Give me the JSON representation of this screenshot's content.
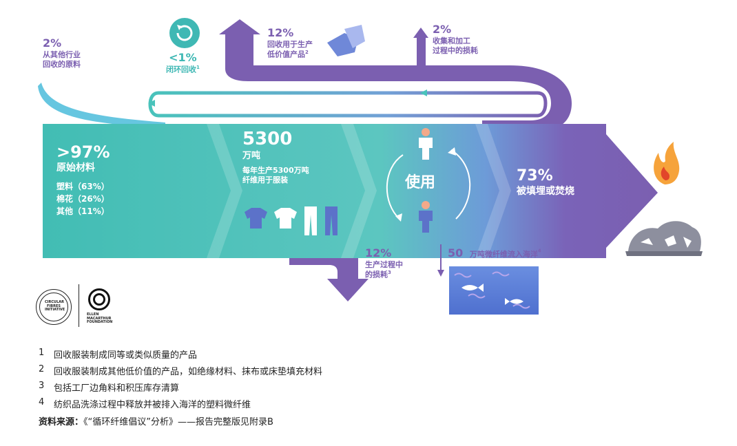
{
  "flows": {
    "other_industry": {
      "pct": "2%",
      "line1": "从其他行业",
      "line2": "回收的原料"
    },
    "closed_loop": {
      "pct": "<1%",
      "label": "闭环回收",
      "sup": "1"
    },
    "low_value": {
      "pct": "12%",
      "line1": "回收用于生产",
      "line2": "低价值产品",
      "sup": "2"
    },
    "collection_loss": {
      "pct": "2%",
      "line1": "收集和加工",
      "line2": "过程中的损耗"
    },
    "virgin": {
      "pct": ">97%",
      "label": "原始材料",
      "items": [
        "塑料（63%）",
        "棉花（26%）",
        "其他（11%）"
      ]
    },
    "production": {
      "amount": "5300",
      "unit": "万吨",
      "line1": "每年生产5300万吨",
      "line2": "纤维用于服装"
    },
    "use": {
      "label": "使用"
    },
    "landfill": {
      "pct": "73%",
      "label": "被填埋或焚烧"
    },
    "production_loss": {
      "pct": "12%",
      "line1": "生产过程中",
      "line2": "的损耗",
      "sup": "3"
    },
    "ocean": {
      "amount": "50",
      "label": "万吨微纤维流入海洋",
      "sup": "4"
    }
  },
  "logos": {
    "cfi": [
      "CIRCULAR",
      "FIBRES",
      "INITIATIVE"
    ],
    "emf": [
      "ELLEN",
      "MACARTHUR",
      "FOUNDATION"
    ]
  },
  "footnotes": [
    {
      "num": "1",
      "text": "回收服装制成同等或类似质量的产品"
    },
    {
      "num": "2",
      "text": "回收服装制成其他低价值的产品，如绝缘材料、抹布或床垫填充材料"
    },
    {
      "num": "3",
      "text": "包括工厂边角料和积压库存清算"
    },
    {
      "num": "4",
      "text": "纺织品洗涤过程中释放并被排入海洋的塑料微纤维"
    }
  ],
  "source": {
    "label": "资料来源：",
    "text": "《“循环纤维倡议”分析》——报告完整版见附录B"
  },
  "colors": {
    "teal": "#3fb8b4",
    "purple": "#7b5fb0",
    "light_teal": "#9fe0dc",
    "ocean": "#5b7fd6"
  }
}
